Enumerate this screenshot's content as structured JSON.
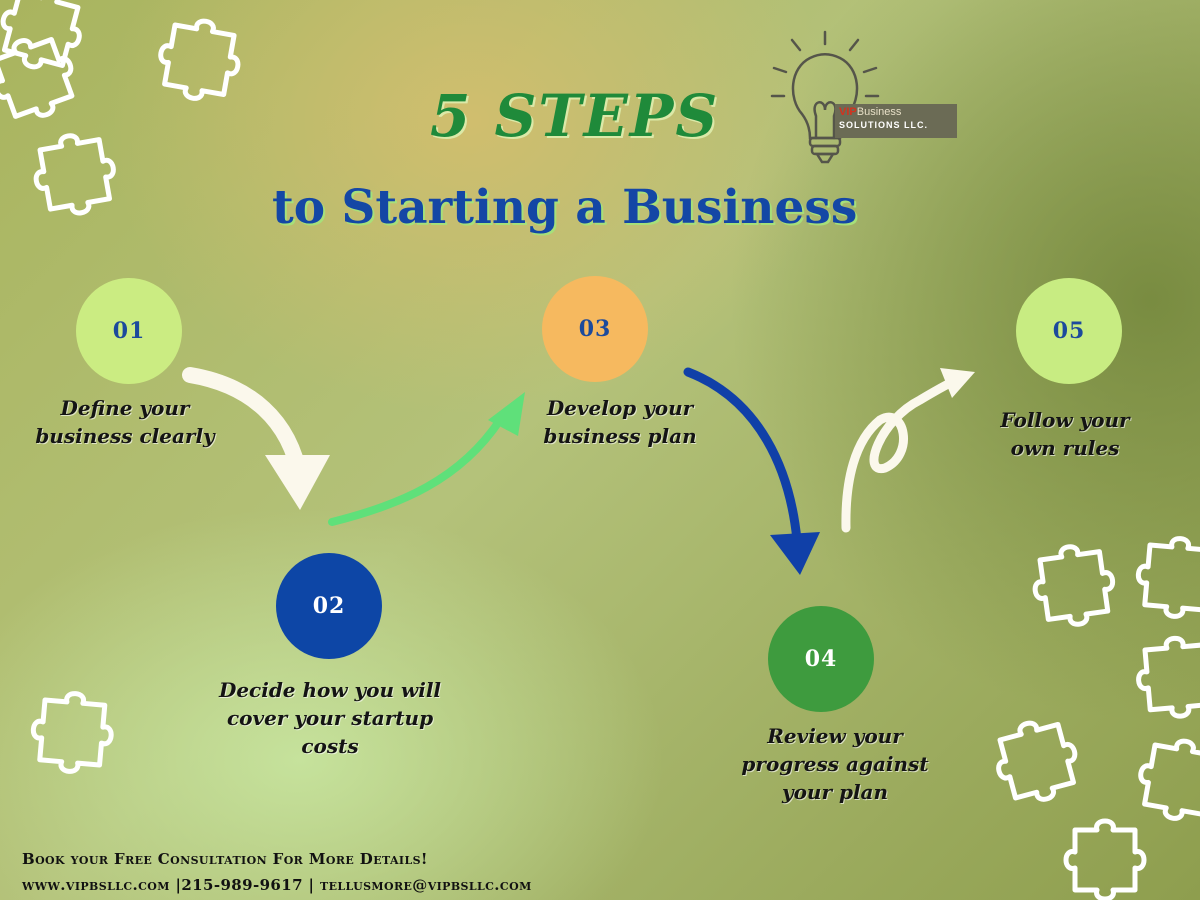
{
  "title": {
    "main": "5 STEPS",
    "sub": "to Starting a Business"
  },
  "logo": {
    "top_red": "VIP",
    "top_rest": "Business",
    "bottom": "SOLUTIONS LLC."
  },
  "steps": [
    {
      "number": "01",
      "lines": [
        "Define your",
        "business clearly"
      ],
      "circle_color": "#cbec82"
    },
    {
      "number": "02",
      "lines": [
        "Decide how you will",
        "cover your startup",
        "costs"
      ],
      "circle_color": "#0d46a6"
    },
    {
      "number": "03",
      "lines": [
        "Develop your",
        "business plan"
      ],
      "circle_color": "#f6b95f"
    },
    {
      "number": "04",
      "lines": [
        "Review your",
        "progress against",
        "your plan"
      ],
      "circle_color": "#3e9b3e"
    },
    {
      "number": "05",
      "lines": [
        "Follow your",
        "own rules"
      ],
      "circle_color": "#c8ec82"
    }
  ],
  "arrows": [
    {
      "name": "arrow-01-to-02",
      "color": "#fbf8ec"
    },
    {
      "name": "arrow-02-to-03",
      "color": "#5fe07a"
    },
    {
      "name": "arrow-03-to-04",
      "color": "#1040a8"
    },
    {
      "name": "arrow-04-to-05",
      "color": "#fbf8ec"
    }
  ],
  "footer": {
    "line1": "Book your Free Consultation For More Details!",
    "line2": "www.vipbsllc.com |215-989-9617 | tellusmore@vipbsllc.com"
  },
  "decorations": {
    "puzzle_icon_color": "#ffffff",
    "bulb_icon_color": "#55554a"
  }
}
